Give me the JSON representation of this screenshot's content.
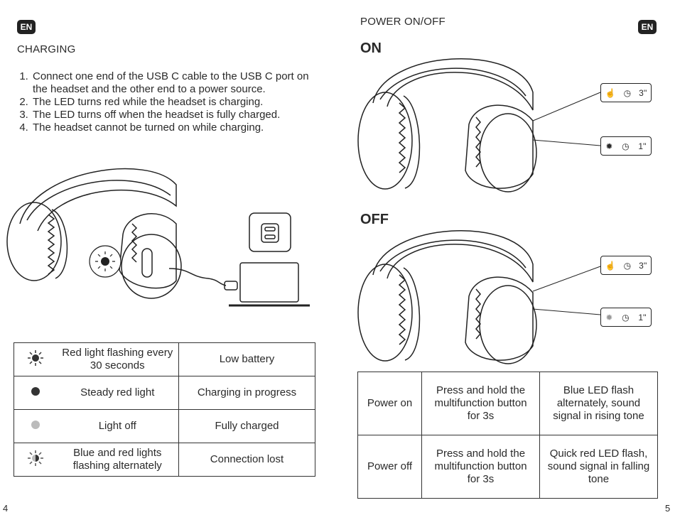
{
  "left": {
    "lang_badge": "EN",
    "heading": "CHARGING",
    "steps": [
      "Connect one end of the USB C cable to the USB C port on the headset and the other end to a power source.",
      "The LED turns red while the headset is charging.",
      "The LED turns off when the headset is fully charged.",
      "The headset cannot be turned on while charging."
    ],
    "table": [
      {
        "icon": "red-flashing-icon",
        "description": "Red light flashing every 30 seconds",
        "status": "Low battery"
      },
      {
        "icon": "steady-red-dot-icon",
        "description": "Steady red light",
        "status": "Charging in progress"
      },
      {
        "icon": "light-off-dot-icon",
        "description": "Light off",
        "status": "Fully charged"
      },
      {
        "icon": "blue-red-alternating-icon",
        "description": "Blue and red lights flashing alternately",
        "status": "Connection lost"
      }
    ],
    "page_number": "4"
  },
  "right": {
    "lang_badge": "EN",
    "heading": "POWER ON/OFF",
    "on_label": "ON",
    "off_label": "OFF",
    "on_callouts": {
      "press_time": "3''",
      "led_time": "1''"
    },
    "off_callouts": {
      "press_time": "3''",
      "led_time": "1''"
    },
    "table": [
      {
        "action": "Power on",
        "instruction": "Press and hold the multifunction button for 3s",
        "result": "Blue LED flash alternately, sound signal in rising tone"
      },
      {
        "action": "Power off",
        "instruction": "Press and hold the multifunction button for 3s",
        "result": "Quick red LED flash, sound signal in falling tone"
      }
    ],
    "page_number": "5"
  },
  "colors": {
    "ink": "#2a2a2a",
    "badge": "#222222",
    "grey_dot": "#bbbbbb",
    "dark_dot": "#333333"
  }
}
